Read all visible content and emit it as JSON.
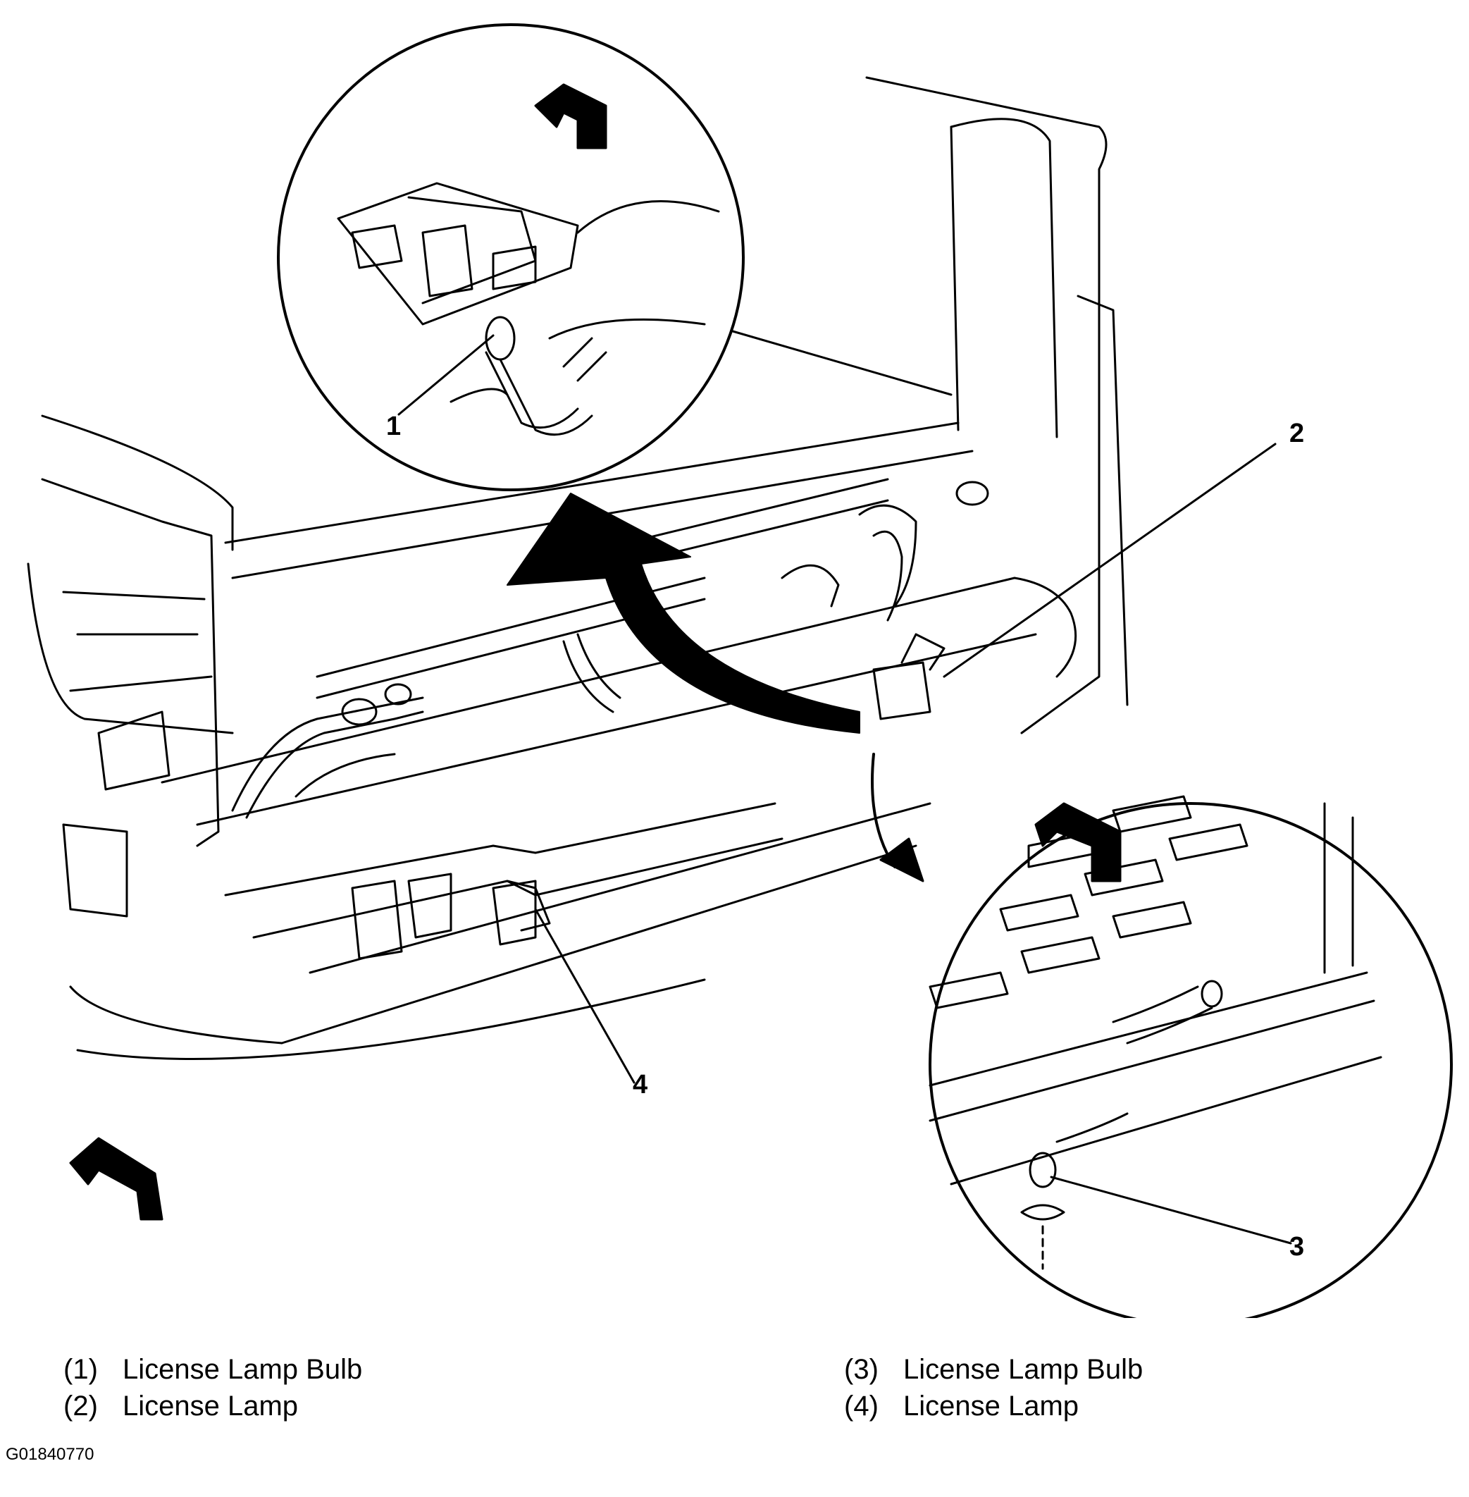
{
  "callouts": {
    "c1": "1",
    "c2": "2",
    "c3": "3",
    "c4": "4"
  },
  "legend": {
    "left": [
      {
        "num": "(1)",
        "label": "License Lamp Bulb"
      },
      {
        "num": "(2)",
        "label": "License Lamp"
      }
    ],
    "right": [
      {
        "num": "(3)",
        "label": "License Lamp Bulb"
      },
      {
        "num": "(4)",
        "label": "License Lamp"
      }
    ]
  },
  "figure_id": "G01840770"
}
